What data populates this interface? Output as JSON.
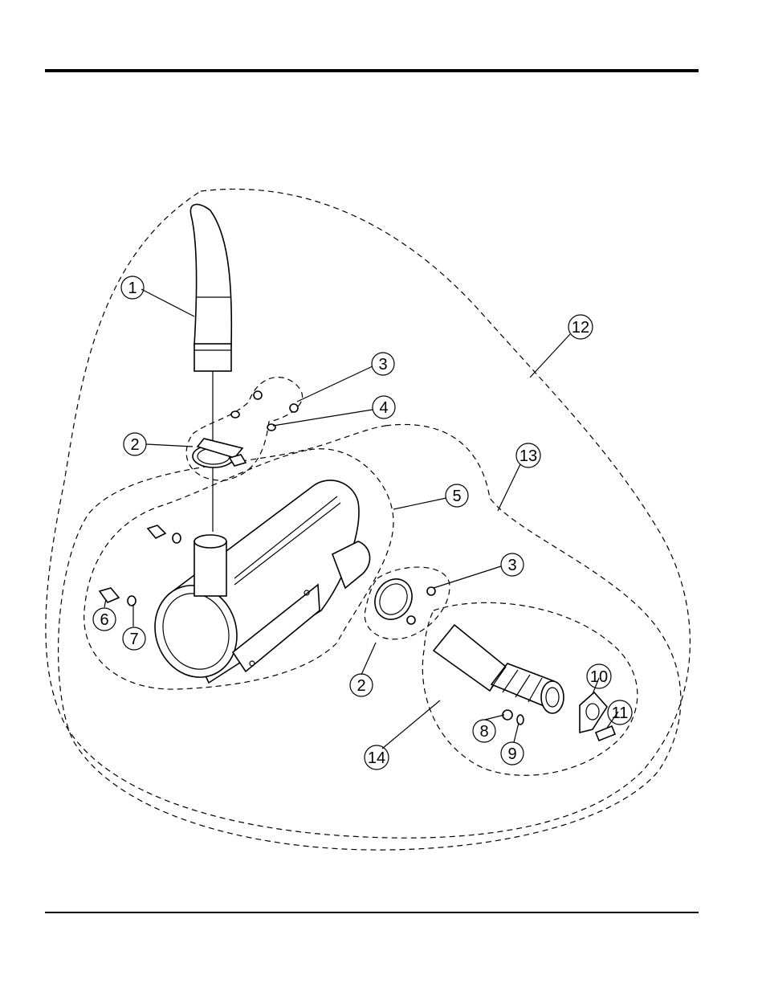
{
  "diagram": {
    "callouts": [
      {
        "id": "c1",
        "label": "1"
      },
      {
        "id": "c2a",
        "label": "2"
      },
      {
        "id": "c3a",
        "label": "3"
      },
      {
        "id": "c4",
        "label": "4"
      },
      {
        "id": "c5",
        "label": "5"
      },
      {
        "id": "c3b",
        "label": "3"
      },
      {
        "id": "c2b",
        "label": "2"
      },
      {
        "id": "c6",
        "label": "6"
      },
      {
        "id": "c7",
        "label": "7"
      },
      {
        "id": "c8",
        "label": "8"
      },
      {
        "id": "c9",
        "label": "9"
      },
      {
        "id": "c10",
        "label": "10"
      },
      {
        "id": "c11",
        "label": "11"
      },
      {
        "id": "c12",
        "label": "12"
      },
      {
        "id": "c13",
        "label": "13"
      },
      {
        "id": "c14",
        "label": "14"
      }
    ]
  }
}
